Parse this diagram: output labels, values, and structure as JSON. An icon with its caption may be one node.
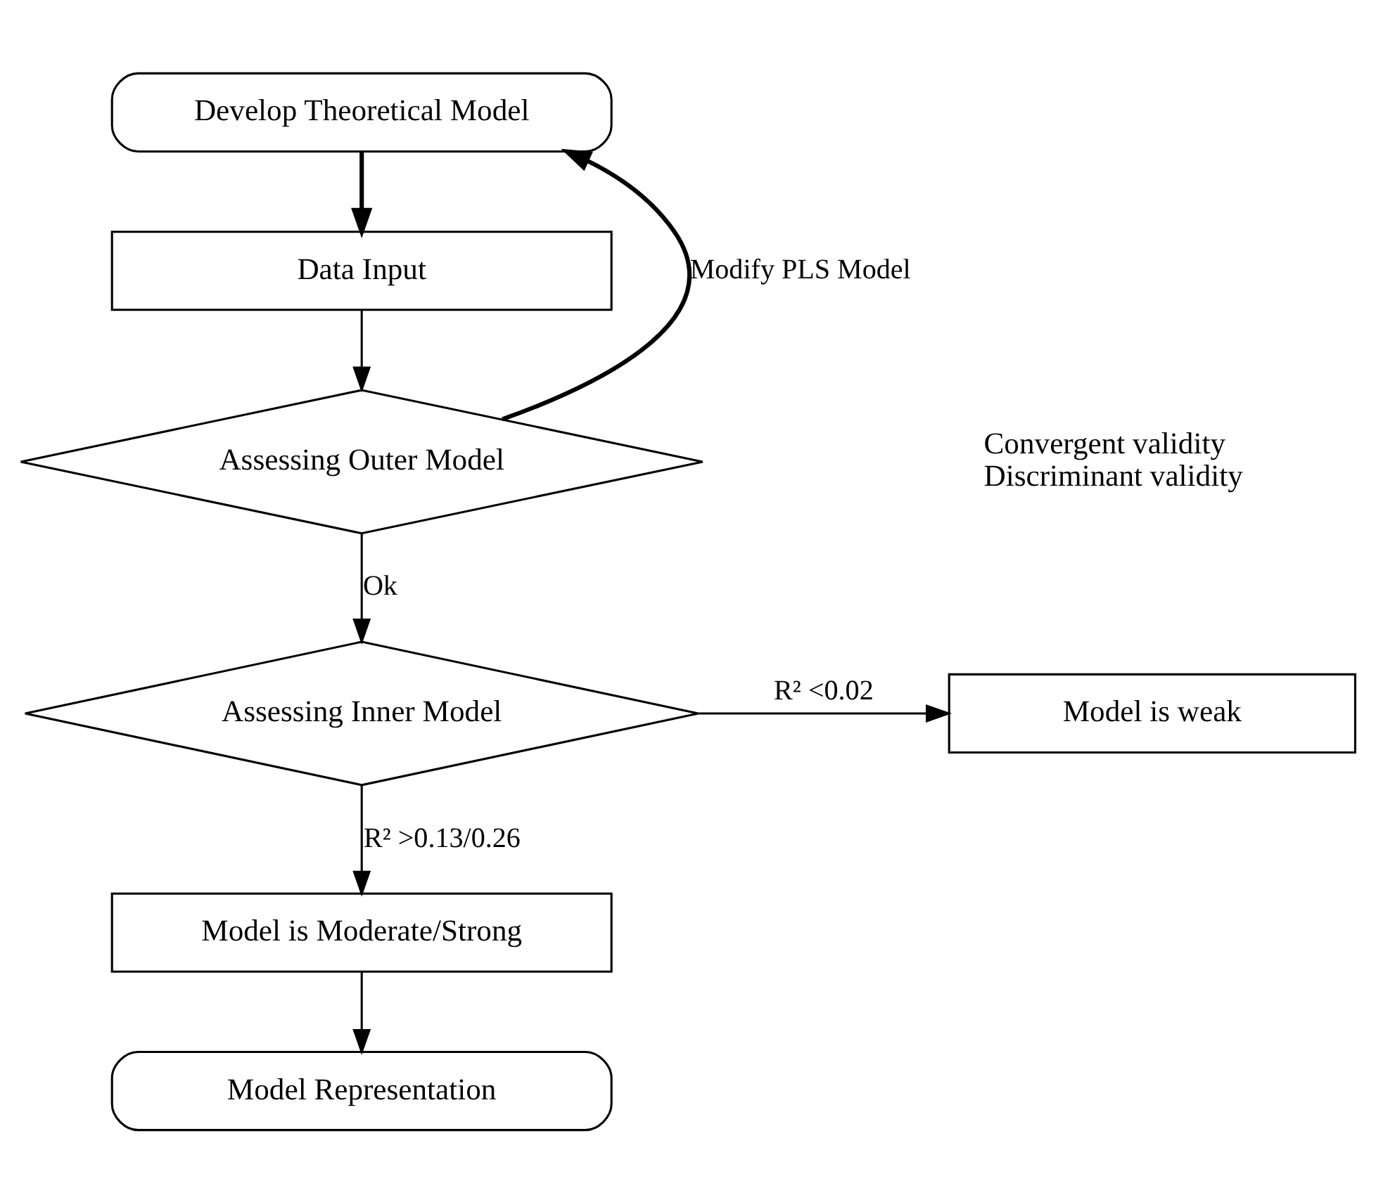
{
  "diagram": {
    "nodes": [
      {
        "text": [
          "Develop Theoretical Model"
        ]
      },
      {
        "text": [
          "Data Input"
        ]
      },
      {
        "text": [
          "Assessing Outer Model"
        ],
        "beside": [
          "Convergent validity",
          "Discriminant validity"
        ]
      },
      {
        "text": [
          "Assessing Inner Model"
        ]
      },
      {
        "text": [
          "Model is weak"
        ]
      },
      {
        "text": [
          "Model is Moderate/Strong"
        ]
      },
      {
        "text": [
          "Model Representation"
        ]
      }
    ],
    "edges": [
      {
        "from": 0,
        "to": 1,
        "arrow": "to",
        "style": "thick"
      },
      {
        "from": 1,
        "to": 2,
        "arrow": "to"
      },
      {
        "from": 2,
        "to": 0,
        "arrow": "to",
        "label": "Modify PLS Model",
        "style": "thick"
      },
      {
        "from": 2,
        "to": 3,
        "arrow": "to",
        "label": "Ok"
      },
      {
        "from": 3,
        "to": 4,
        "arrow": "to",
        "label": "R² <0.02"
      },
      {
        "from": 3,
        "to": 5,
        "arrow": "to",
        "label": "R² >0.13/0.26"
      },
      {
        "from": 5,
        "to": 6,
        "arrow": "to"
      }
    ]
  }
}
